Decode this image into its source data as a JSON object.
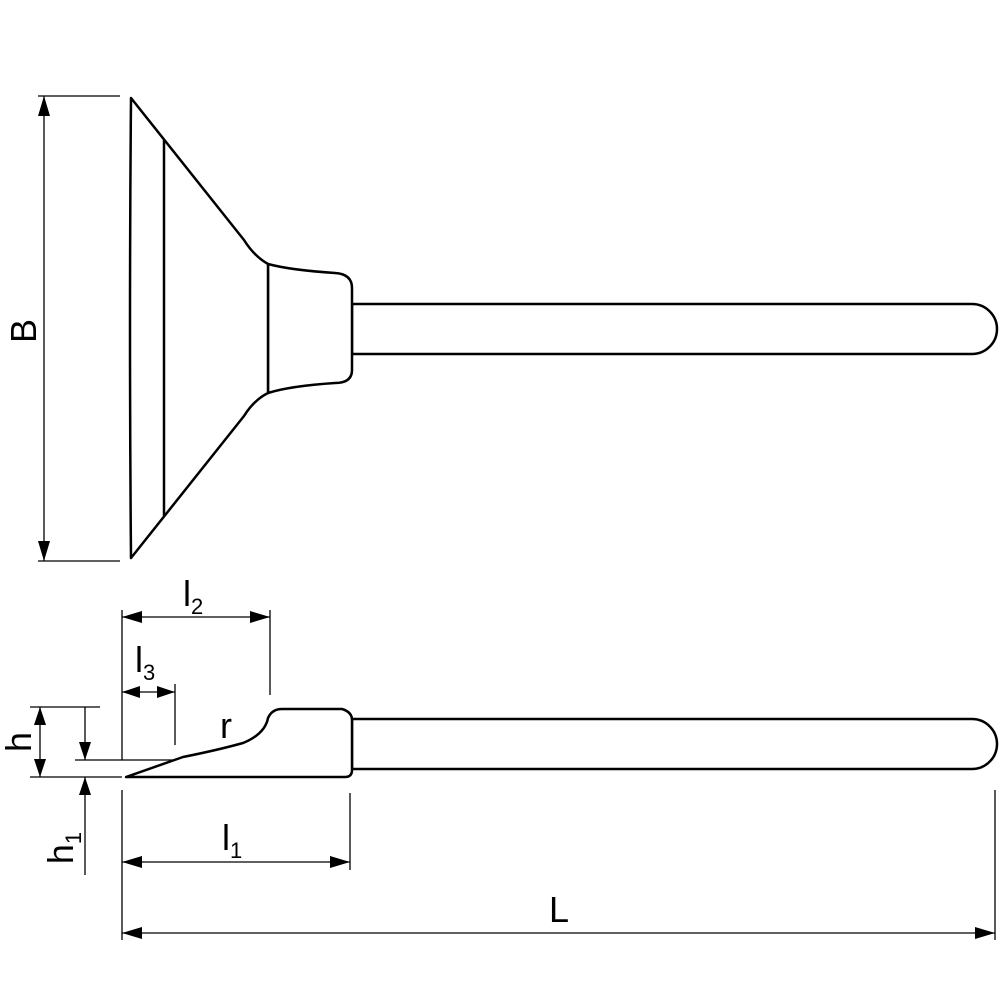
{
  "labels": {
    "B": "B",
    "L": "L",
    "h": "h",
    "h1_base": "h",
    "h1_sub": "1",
    "l1_base": "l",
    "l1_sub": "1",
    "l2_base": "l",
    "l2_sub": "2",
    "l3_base": "l",
    "l3_sub": "3",
    "r": "r"
  },
  "colors": {
    "line": "#000000",
    "background": "#ffffff"
  }
}
